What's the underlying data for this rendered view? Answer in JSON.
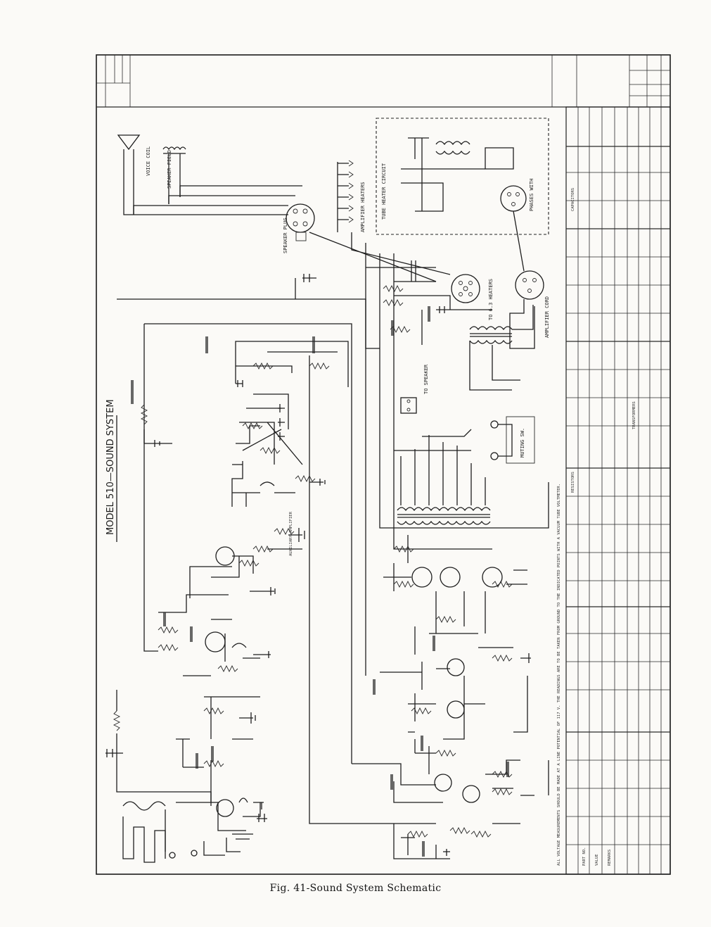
{
  "caption": "Fig. 41-Sound System Schematic",
  "schematic_title": "MODEL 510—SOUND SYSTEM",
  "labels": {
    "voice_coil": "VOICE COIL",
    "speaker_field": "SPEAKER FIELD",
    "speaker_plug": "SPEAKER PLUG",
    "amplifier_heaters": "AMPLIFIER HEATERS",
    "tube_heater_circuit": "TUBE HEATER CIRCUIT",
    "phases_with": "PHASES WITH",
    "amplifier_cord": "AMPLIFIER CORD",
    "heater_note": "TO 6.3 HEATERS",
    "muting_sw": "MUTING SW.",
    "speaker_line": "TO SPEAKER",
    "auxiliary_amplifier": "AUXILIARY AMPLIFIER",
    "voltage_note": "ALL VOLTAGE MEASUREMENTS SHOULD BE MADE AT A LINE POTENTIAL OF 117 V. THE READINGS ARE TO BE TAKEN FROM GROUND TO THE INDICATED POINTS WITH A VACUUM TUBE VOLTMETER.",
    "resistors_header": "RESISTORS",
    "capacitors_header": "CAPACITORS",
    "transformers_header": "TRANSFORMERS",
    "remarks": "REMARKS",
    "value": "VALUE",
    "part_no": "PART NO."
  },
  "colors": {
    "paper": "#fbfaf7",
    "ink": "#1e1e1e"
  }
}
